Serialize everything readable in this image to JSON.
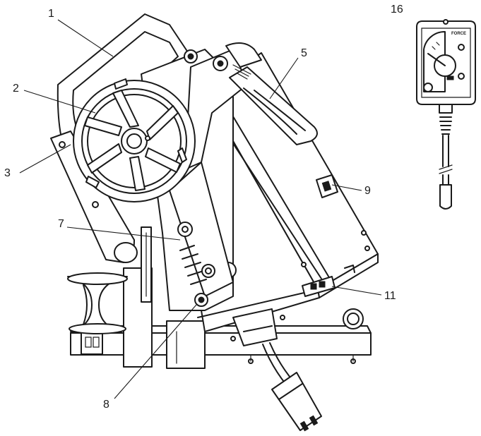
{
  "callouts": {
    "c1": "1",
    "c2": "2",
    "c3": "3",
    "c5": "5",
    "c7": "7",
    "c8": "8",
    "c9": "9",
    "c11": "11",
    "c16": "16"
  },
  "pendant": {
    "force_label": "FORCE"
  }
}
